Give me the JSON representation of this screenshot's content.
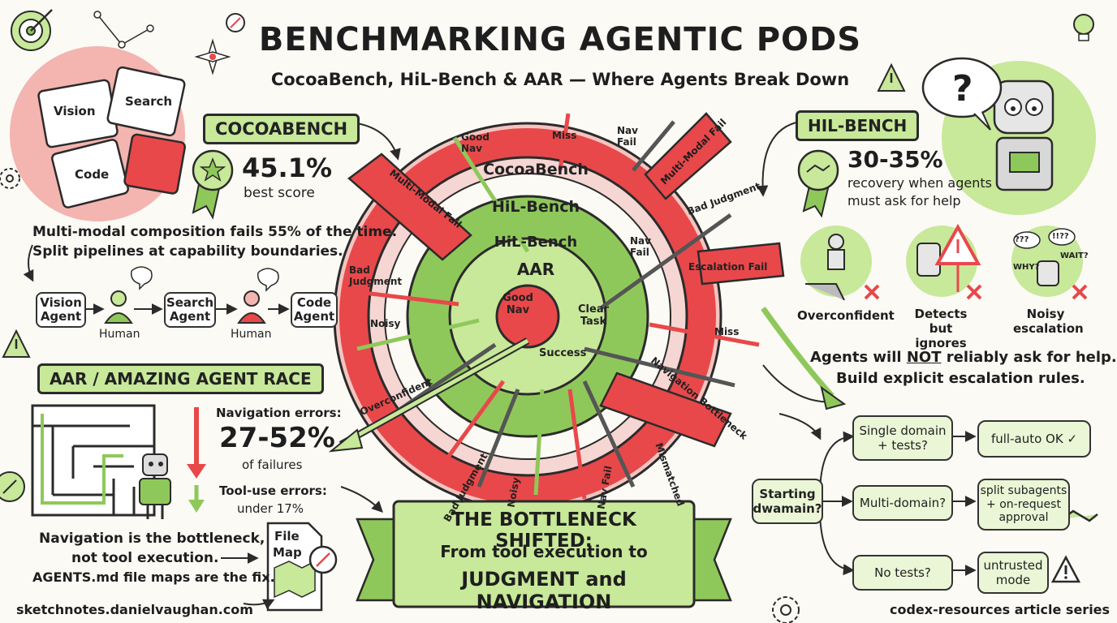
{
  "header": {
    "title": "BENCHMARKING AGENTIC PODS",
    "subtitle": "CocoaBench, HiL-Bench & AAR — Where Agents Break Down"
  },
  "puzzle": {
    "pieces": [
      "Vision",
      "Search",
      "Code"
    ]
  },
  "cocoabench": {
    "heading": "COCOABENCH",
    "score": "45.1%",
    "score_label": "best score",
    "text_line1": "Multi-modal composition fails 55% of the time.",
    "text_line2": "Split pipelines at capability boundaries.",
    "pipeline": [
      "Vision Agent",
      "Search Agent",
      "Code Agent"
    ],
    "humans": [
      "Human",
      "Human"
    ]
  },
  "aar": {
    "heading": "AAR / AMAZING AGENT RACE",
    "nav_label": "Navigation errors:",
    "nav_value": "27-52%",
    "nav_suffix": "of failures",
    "tool_label": "Tool-use errors:",
    "tool_value": "under 17%",
    "text_line1": "Navigation is the bottleneck,",
    "text_line2": "not tool execution.",
    "text_line3": "AGENTS.md file maps are the fix.",
    "file_map_line1": "File",
    "file_map_line2": "Map"
  },
  "target": {
    "rings": [
      "CocoaBench",
      "HiL-Bench",
      "HiL-Bench",
      "AAR"
    ],
    "center_labels": [
      "Good Nav",
      "Clear Task",
      "Success"
    ],
    "arrow_labels": [
      "Good Nav",
      "Miss",
      "Nav Fail",
      "Multi-Modal Fail",
      "Multi-Modal Fail",
      "Bad Judgment",
      "Nav Fail",
      "Bad Judgment",
      "Noisy",
      "Escalation Fail",
      "Miss",
      "Overconfident",
      "Navigation Bottleneck",
      "Bad Judgment",
      "Noisy",
      "Nav Fail",
      "Mismatched"
    ]
  },
  "bottleneck": {
    "line1": "THE BOTTLENECK SHIFTED:",
    "line2": "From tool execution to",
    "line3": "JUDGMENT and NAVIGATION"
  },
  "hilbench": {
    "heading": "HIL-BENCH",
    "recovery": "30-35%",
    "recovery_line1": "recovery when agents",
    "recovery_line2": "must ask for help",
    "failures": [
      "Overconfident",
      "Detects but ignores",
      "Noisy escalation"
    ],
    "bubble_words": [
      "???",
      "WHY?",
      "!!??",
      "WAIT?"
    ],
    "text_line1a": "Agents will ",
    "text_line1b": "NOT",
    "text_line1c": " reliably ask for help.",
    "text_line2": "Build explicit escalation rules."
  },
  "flow": {
    "start": "Starting dwamain?",
    "conditions": [
      "Single domain + tests?",
      "Multi-domain?",
      "No tests?"
    ],
    "outcomes": [
      "full-auto OK ✓",
      "split subagents + on-request approval",
      "untrusted mode"
    ]
  },
  "footer": {
    "left": "sketchnotes.danielvaughan.com",
    "right": "codex-resources article series"
  },
  "colors": {
    "red": "#e8484a",
    "pink": "#f4b4b0",
    "green": "#8fc85a",
    "light_green": "#c8e89a",
    "dark": "#2b2b2b"
  }
}
